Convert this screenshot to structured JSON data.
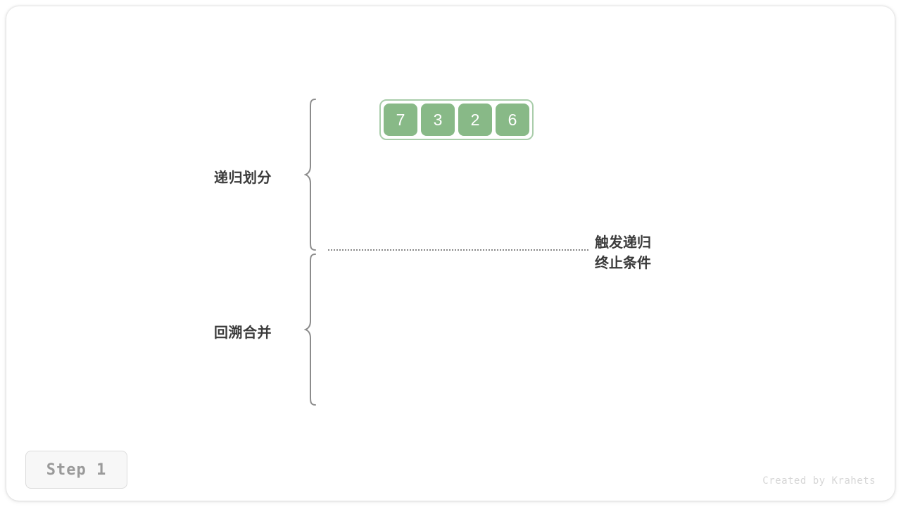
{
  "figure": {
    "title": "",
    "step_badge": "Step 1",
    "credit": "Created by Krahets"
  },
  "colors": {
    "cell_fill": "#88b987",
    "cell_text": "#ffffff",
    "array_border": "#a9cdaa",
    "label_text": "#3b3b3b",
    "dotted_line": "#888888",
    "badge_fill": "#f7f7f7",
    "badge_border": "#dcdcdc",
    "badge_text": "#9a9a9a",
    "credit_text": "#d6d6d6",
    "background": "#ffffff"
  },
  "array": {
    "values": [
      "7",
      "3",
      "2",
      "6"
    ]
  },
  "sections": [
    {
      "label": "递归划分"
    },
    {
      "label": "回溯合并"
    }
  ],
  "annotation": {
    "line1": "触发递归",
    "line2": "终止条件"
  },
  "icons": {
    "brace_divide": "curly-brace-icon",
    "brace_merge": "curly-brace-icon",
    "divider": "dotted-divider-icon"
  }
}
